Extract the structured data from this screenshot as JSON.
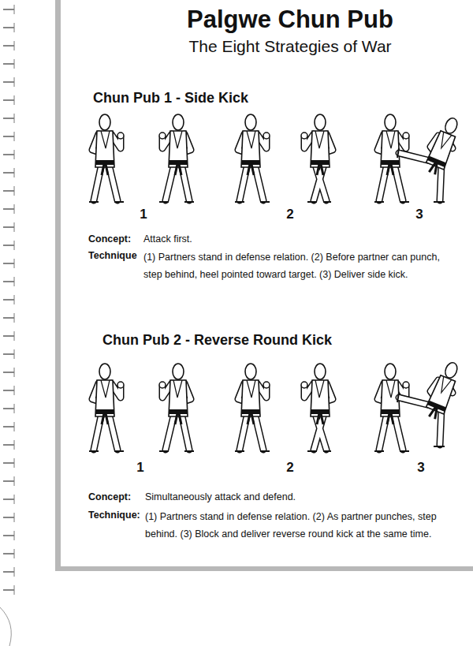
{
  "diagram": {
    "title": "Palgwe Chun Pub",
    "labels": [
      "The Eight Strategies of War",
      "Chun Pub 1 - Side Kick",
      "1",
      "2",
      "3",
      "Concept:",
      "Attack first.",
      "Technique",
      "(1) Partners stand in defense relation. (2) Before partner can punch, step behind, heel pointed toward target. (3) Deliver side kick.",
      "Chun Pub 2 - Reverse Round Kick",
      "1",
      "2",
      "3",
      "Concept:",
      "Simultaneously attack and defend.",
      "Technique:",
      "(1) Partners stand in defense relation. (2) As partner punches, step behind. (3) Block and deliver reverse round kick at the same time."
    ]
  }
}
